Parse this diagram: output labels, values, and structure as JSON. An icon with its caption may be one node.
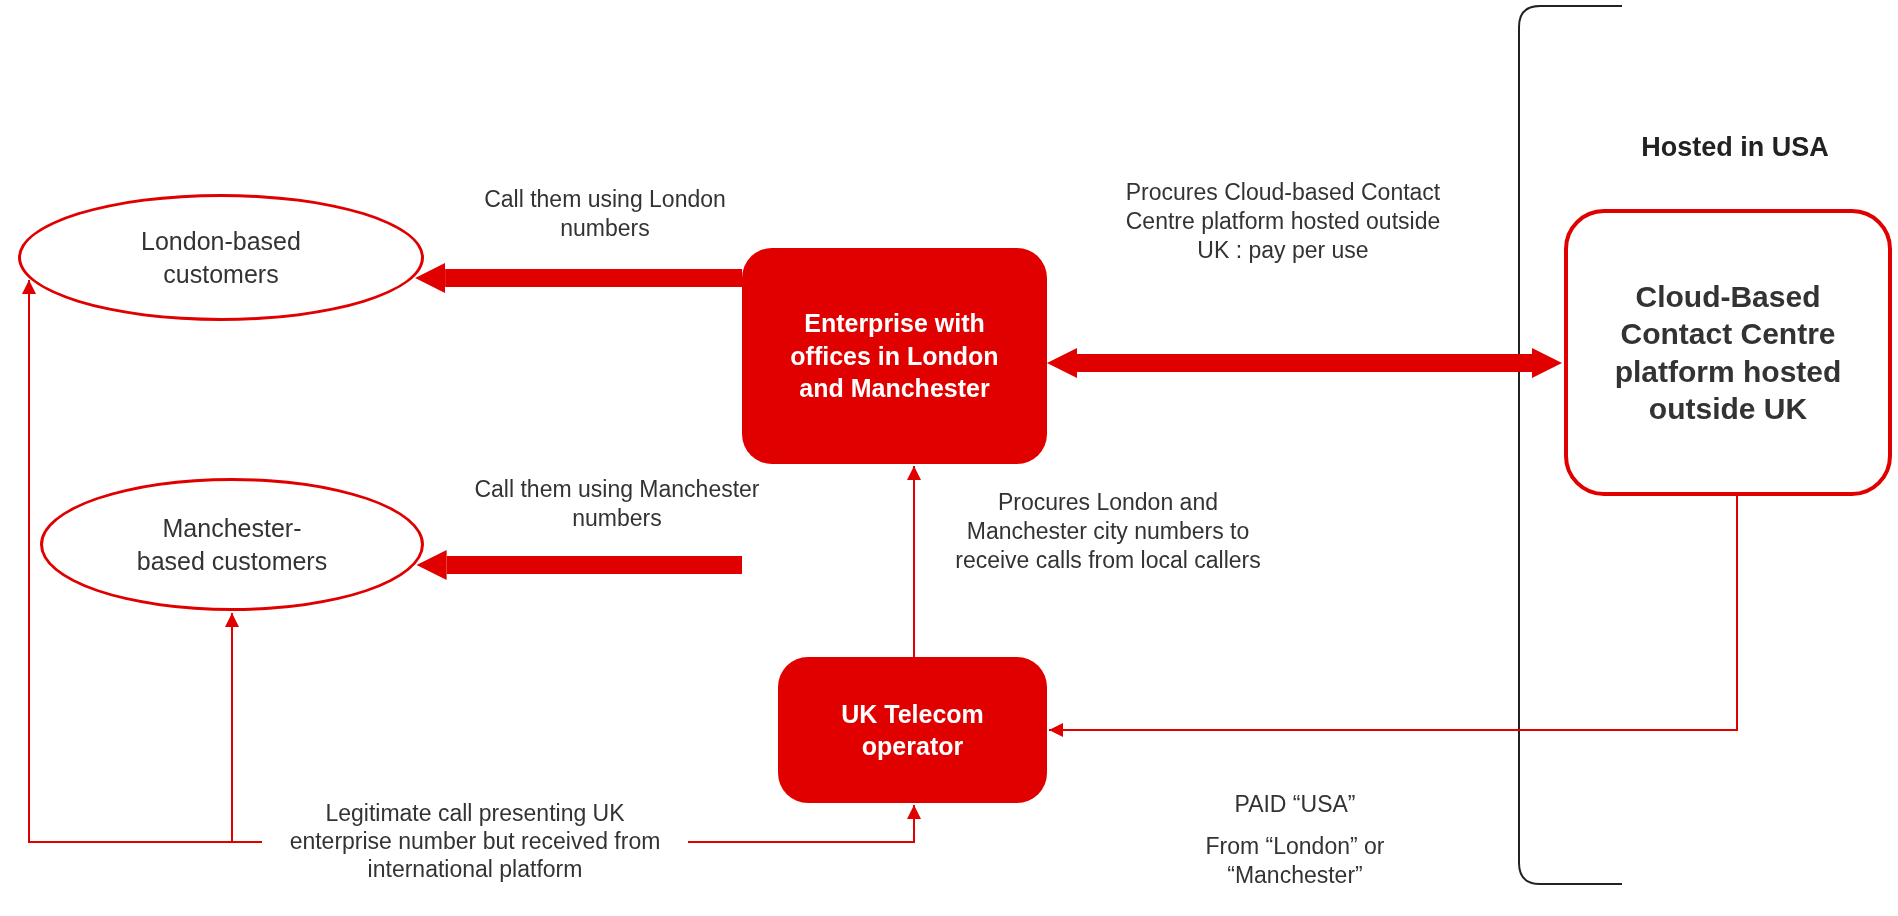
{
  "diagram": {
    "nodes": [
      {
        "text": [
          "London-based customers"
        ]
      },
      {
        "text": [
          "Manchester-based customers"
        ]
      },
      {
        "text": [
          "Enterprise with offices in London and Manchester"
        ]
      },
      {
        "text": [
          "UK Telecom operator"
        ]
      },
      {
        "text": [
          "Cloud-Based Contact Centre platform hosted outside UK"
        ]
      },
      {
        "text": [
          "Legitimate call presenting UK enterprise number but received from international platform"
        ]
      }
    ],
    "edges": [
      {
        "from": 2,
        "to": 0,
        "arrow": "to",
        "label": "Call them using London numbers",
        "style": "thick"
      },
      {
        "from": 2,
        "to": 1,
        "arrow": "to",
        "label": "Call them using Manchester numbers",
        "style": "thick"
      },
      {
        "from": 2,
        "to": 4,
        "arrow": "both",
        "label": "Procures Cloud-based Contact Centre platform hosted outside UK : pay per use",
        "style": "thick"
      },
      {
        "from": 3,
        "to": 2,
        "arrow": "to",
        "label": "Procures London and Manchester city numbers to receive calls from local callers"
      },
      {
        "from": 4,
        "to": 3,
        "arrow": "to"
      },
      {
        "from": 5,
        "to": 3,
        "arrow": "to"
      },
      {
        "from": 5,
        "to": 0,
        "arrow": "to"
      },
      {
        "from": 5,
        "to": 1,
        "arrow": "to"
      }
    ],
    "labels": [
      "Hosted in USA",
      "PAID “USA”",
      "From “London” or “Manchester”"
    ]
  }
}
